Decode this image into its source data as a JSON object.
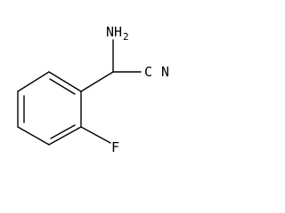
{
  "molecule": {
    "labels": {
      "amino": "NH",
      "amino_subscript": "2",
      "nitrile": "N",
      "nitrile_carbon": "C",
      "fluoro": "F"
    },
    "colors": {
      "bond": "#000000",
      "text": "#000000",
      "background": "#ffffff"
    }
  }
}
